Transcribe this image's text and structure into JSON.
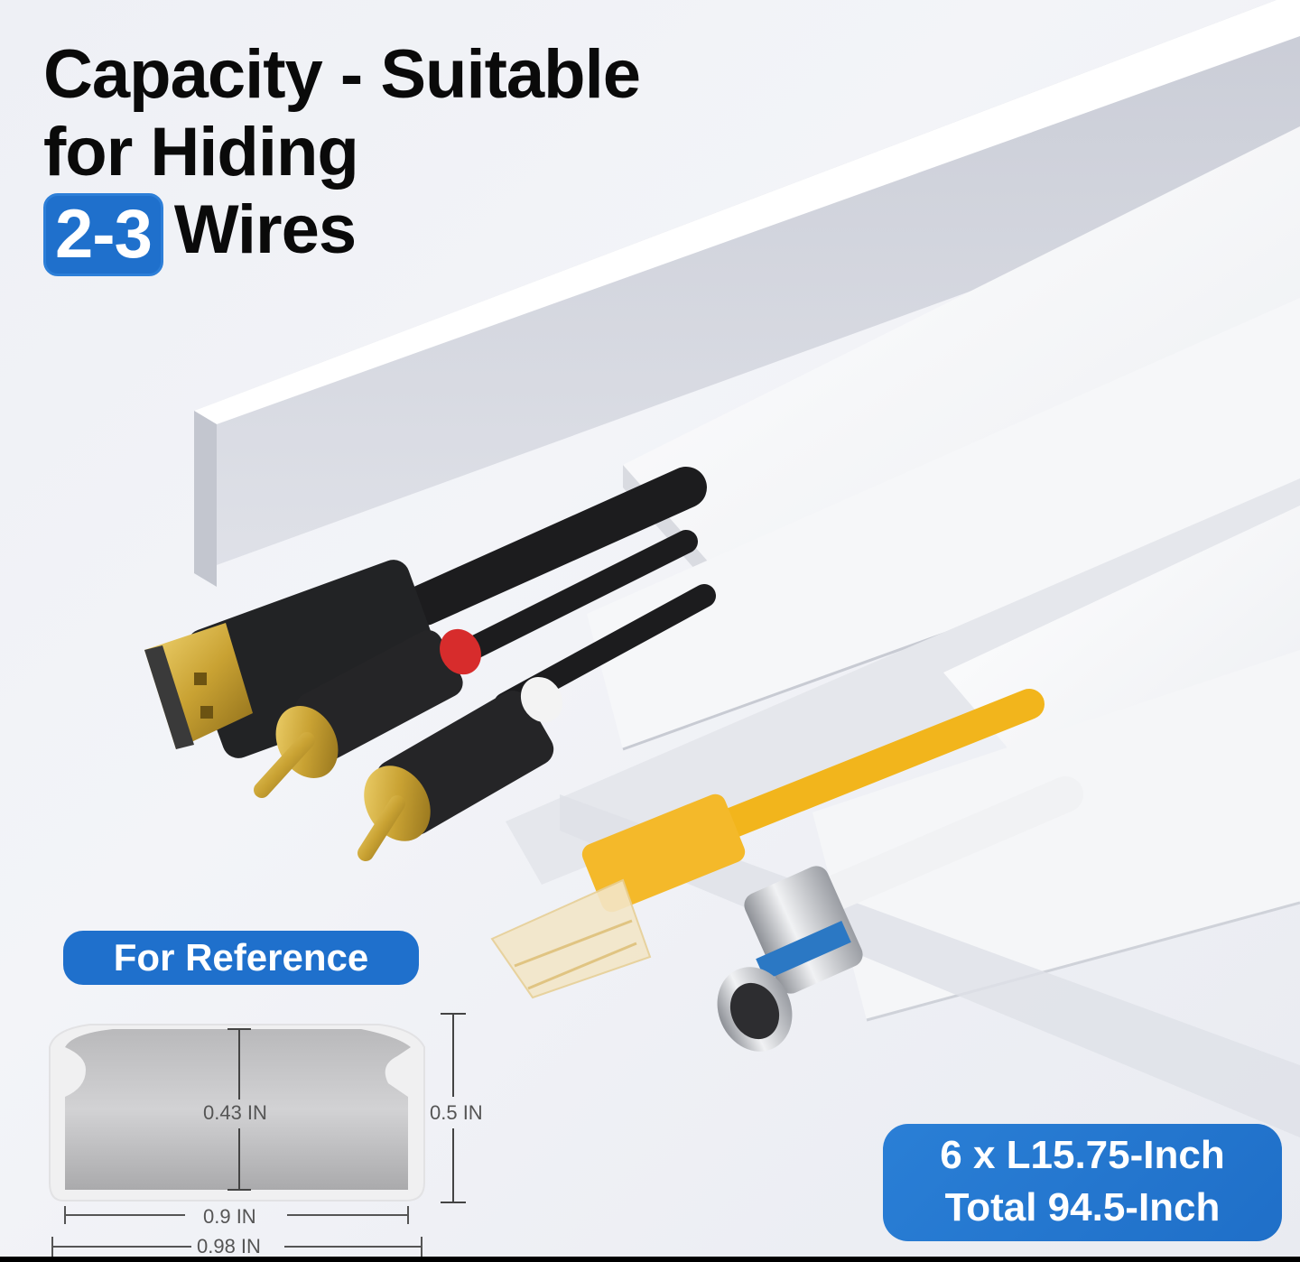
{
  "headline": {
    "line1": "Capacity - Suitable",
    "line2": "for Hiding",
    "count_badge": "2-3",
    "line3_suffix": "Wires"
  },
  "reference": {
    "label": "For Reference",
    "dimensions": {
      "inner_height": "0.43 IN",
      "outer_height": "0.5 IN",
      "inner_width": "0.9 IN",
      "outer_width": "0.98 IN"
    }
  },
  "length_badge": {
    "line1": "6 x L15.75-Inch",
    "line2": "Total 94.5-Inch"
  },
  "product": {
    "name": "cord-cover-raceway",
    "cables": [
      "hdmi-cable",
      "rca-cable-red",
      "rca-cable-white",
      "ethernet-cable",
      "coaxial-cable"
    ]
  },
  "colors": {
    "accent_blue": "#1f70cc",
    "background": "#eef0f5",
    "text_dark": "#0a0a0a",
    "ethernet_yellow": "#f2b51c",
    "coax_blue": "#2b78c4",
    "gold": "#c9a233"
  }
}
